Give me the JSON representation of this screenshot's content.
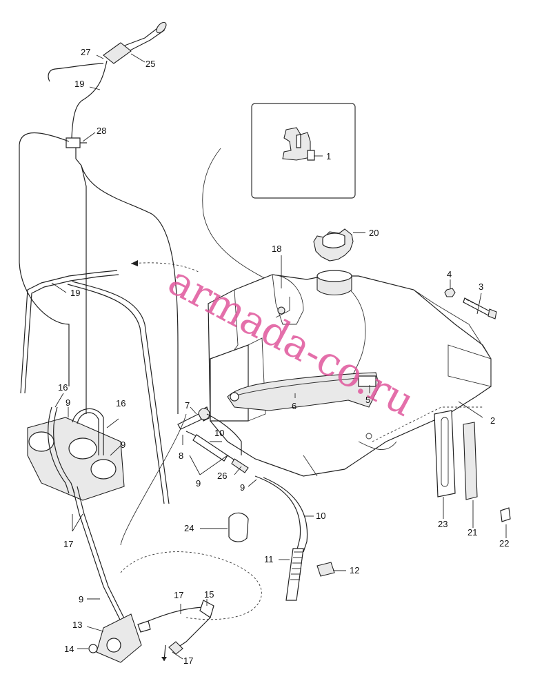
{
  "watermark": "armada-co.ru",
  "callouts": {
    "c1": "1",
    "c2": "2",
    "c3": "3",
    "c4": "4",
    "c5": "5",
    "c6": "6",
    "c7": "7",
    "c8": "8",
    "c9a": "9",
    "c9b": "9",
    "c9c": "9",
    "c9d": "9",
    "c9e": "9",
    "c10a": "10",
    "c10b": "10",
    "c11": "11",
    "c12": "12",
    "c13": "13",
    "c14": "14",
    "c15": "15",
    "c16a": "16",
    "c16b": "16",
    "c17a": "17",
    "c17b": "17",
    "c17c": "17",
    "c18": "18",
    "c19a": "19",
    "c19b": "19",
    "c20": "20",
    "c21": "21",
    "c22": "22",
    "c23": "23",
    "c24": "24",
    "c25": "25",
    "c26": "26",
    "c27": "27",
    "c28": "28"
  }
}
